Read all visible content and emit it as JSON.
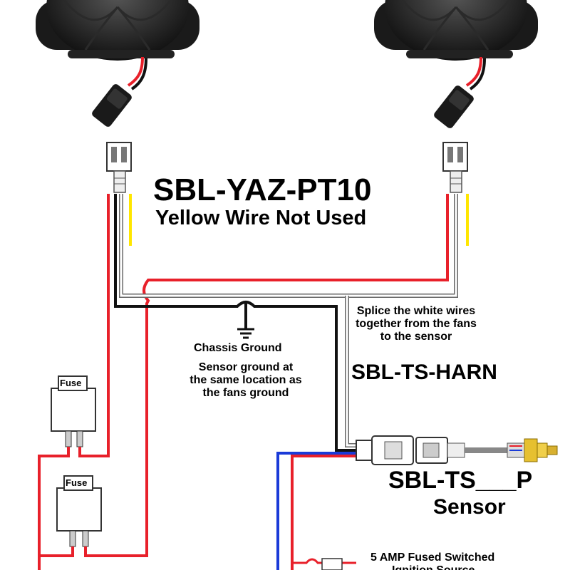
{
  "diagram": {
    "title": "SBL-YAZ-PT10",
    "subtitle": "Yellow Wire Not Used",
    "splice_note_lines": [
      "Splice the white wires",
      "together from the fans",
      "to the sensor"
    ],
    "harness_label": "SBL-TS-HARN",
    "chassis_ground_label": "Chassis Ground",
    "sensor_ground_note_lines": [
      "Sensor ground at",
      "the same location as",
      "the fans ground"
    ],
    "sensor_part_label": "SBL-TS___P",
    "sensor_label": "Sensor",
    "fuse_labels": [
      "Fuse",
      "Fuse"
    ],
    "ignition_note_lines": [
      "5 AMP Fused Switched",
      "Ignition Source"
    ],
    "wire_colors": {
      "red": "#e8202a",
      "yellow": "#ffe600",
      "white": "#ffffff",
      "black": "#111111",
      "blue": "#1a3bd8"
    },
    "components": [
      "fan-left",
      "fan-right",
      "fuse-1",
      "fuse-2",
      "chassis-ground",
      "sensor",
      "connector-harness"
    ]
  }
}
